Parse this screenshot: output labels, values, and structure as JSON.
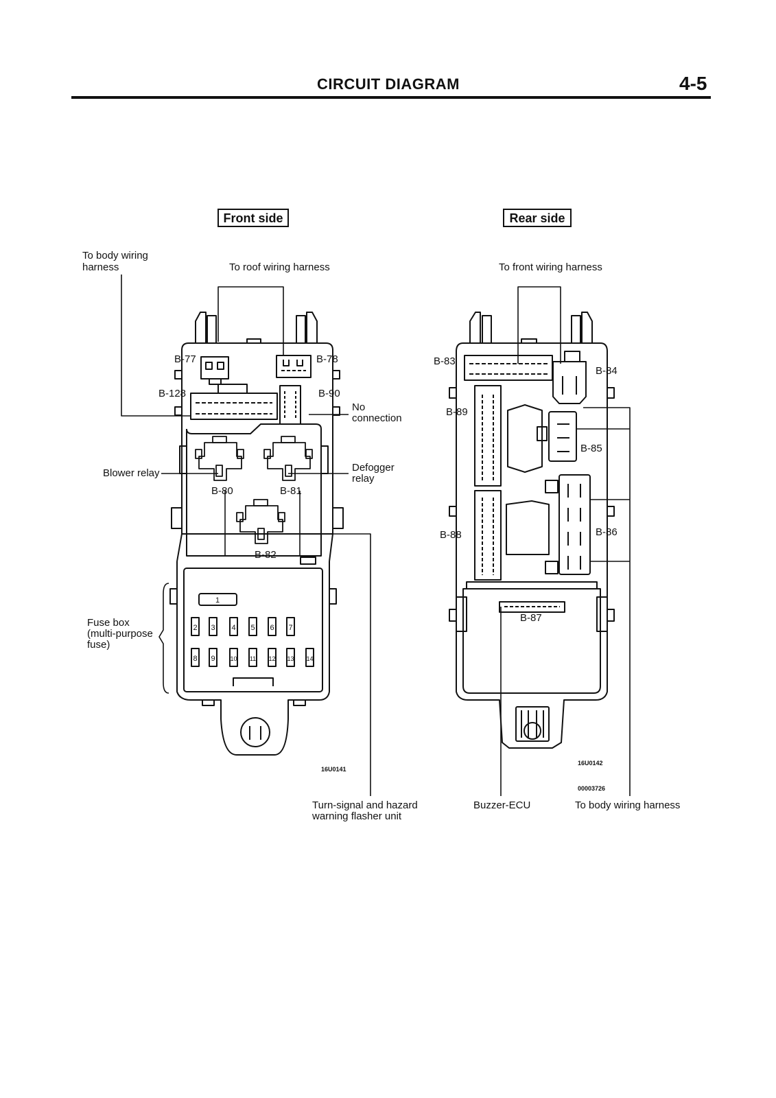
{
  "header": {
    "title": "CIRCUIT DIAGRAM",
    "page_number": "4-5"
  },
  "front": {
    "title": "Front side",
    "to_body_wiring_1": "To body wiring",
    "to_body_wiring_2": "harness",
    "to_roof_wiring": "To roof wiring harness",
    "b77": "B-77",
    "b78": "B-78",
    "b128": "B-128",
    "b90": "B-90",
    "no_conn_1": "No",
    "no_conn_2": "connection",
    "blower_relay": "Blower relay",
    "defogger_1": "Defogger",
    "defogger_2": "relay",
    "b80": "B-80",
    "b81": "B-81",
    "b82": "B-82",
    "fuse_box_1": "Fuse box",
    "fuse_box_2": "(multi-purpose",
    "fuse_box_3": "fuse)",
    "fuses": [
      "1",
      "2",
      "3",
      "4",
      "5",
      "6",
      "7",
      "8",
      "9",
      "10",
      "11",
      "12",
      "13",
      "14"
    ],
    "code": "16U0141",
    "turn_signal_1": "Turn-signal and hazard",
    "turn_signal_2": "warning flasher unit"
  },
  "rear": {
    "title": "Rear side",
    "to_front_wiring": "To front wiring harness",
    "b83": "B-83",
    "b84": "B-84",
    "b89": "B-89",
    "b85": "B-85",
    "b88": "B-88",
    "b86": "B-86",
    "b87": "B-87",
    "code1": "16U0142",
    "code2": "00003726",
    "buzzer_ecu": "Buzzer-ECU",
    "to_body_wiring": "To body wiring harness"
  },
  "colors": {
    "ink": "#111111",
    "paper": "#ffffff"
  }
}
